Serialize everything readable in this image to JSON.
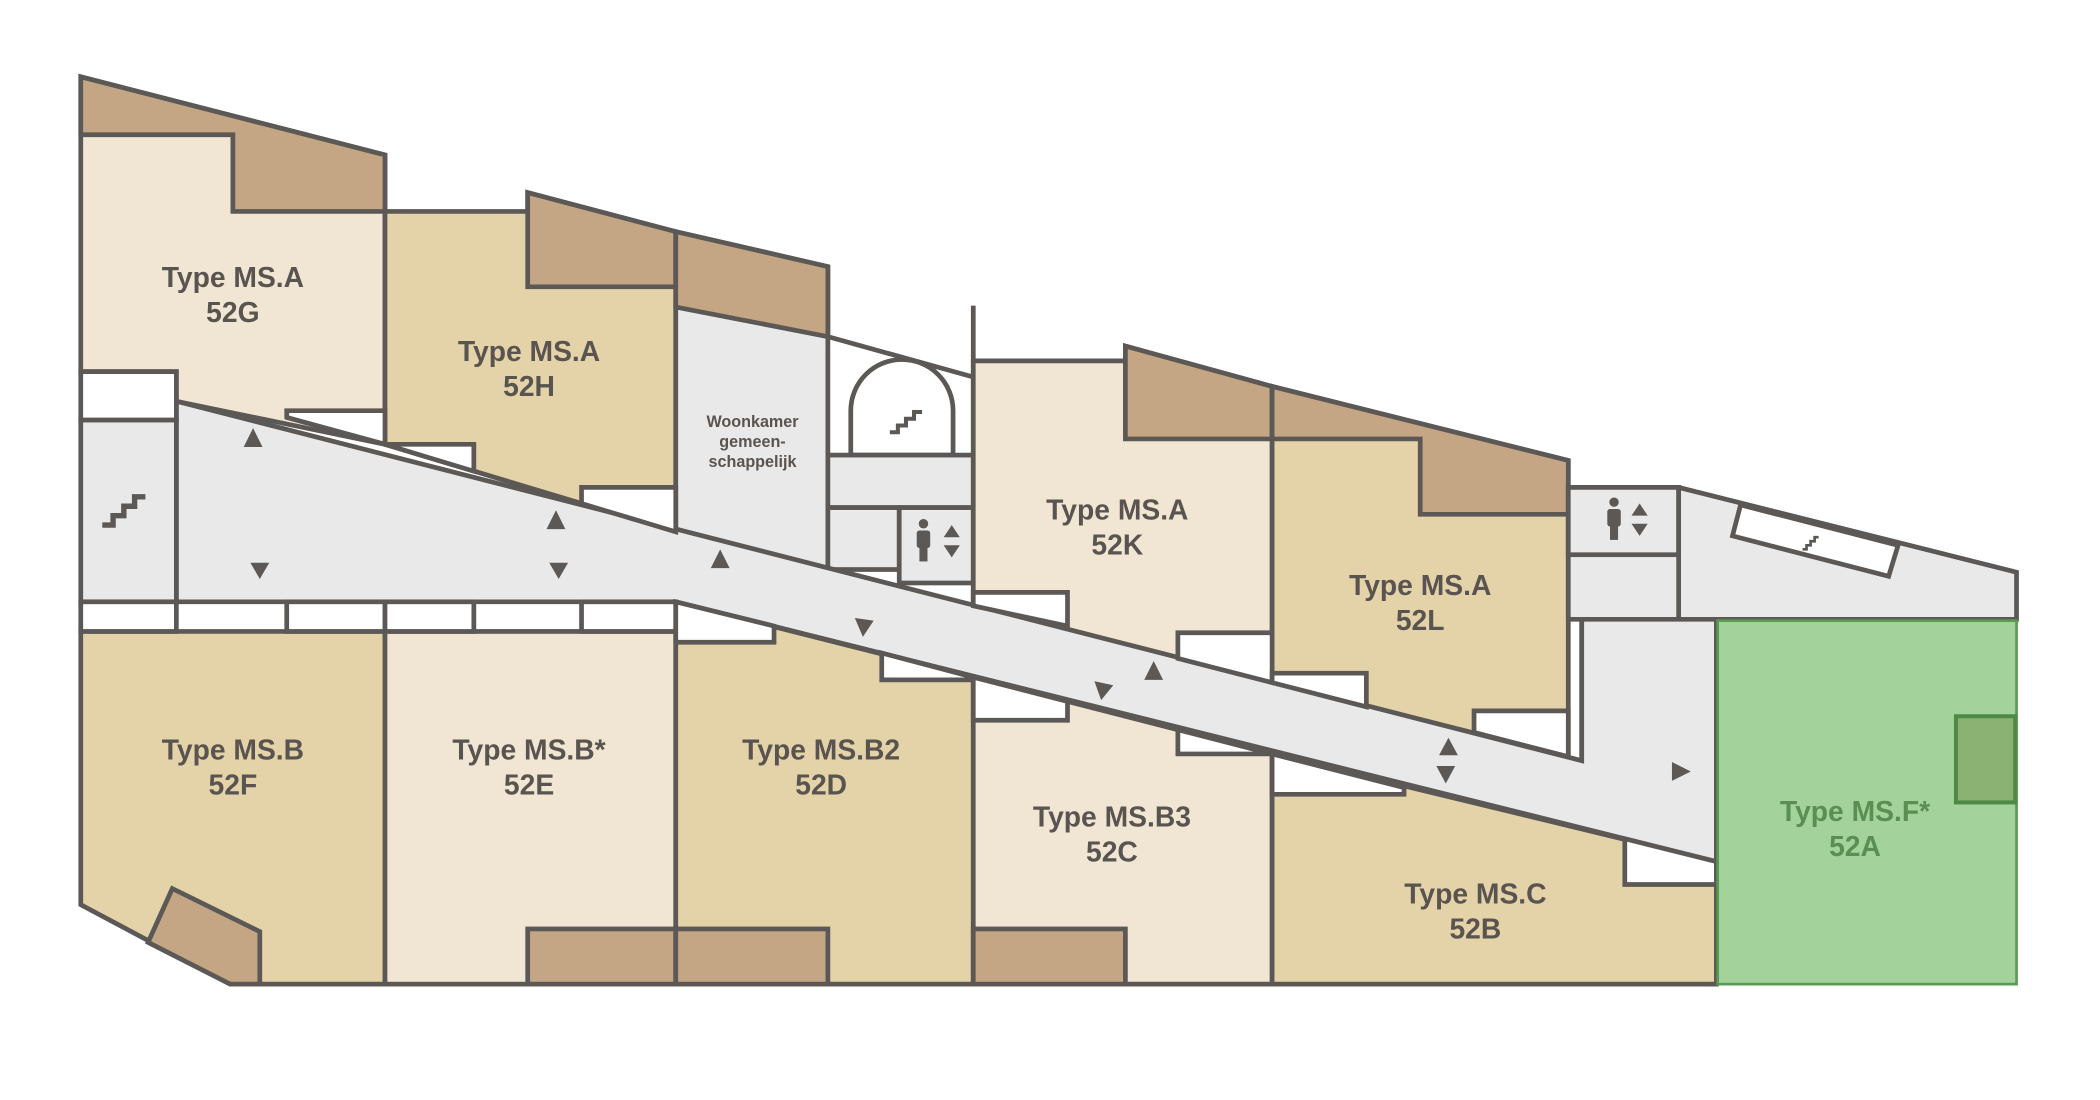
{
  "units": {
    "g": {
      "type": "Type MS.A",
      "code": "52G"
    },
    "h": {
      "type": "Type MS.A",
      "code": "52H"
    },
    "k": {
      "type": "Type MS.A",
      "code": "52K"
    },
    "l": {
      "type": "Type MS.A",
      "code": "52L"
    },
    "f": {
      "type": "Type MS.B",
      "code": "52F"
    },
    "e": {
      "type": "Type MS.B*",
      "code": "52E"
    },
    "d": {
      "type": "Type MS.B2",
      "code": "52D"
    },
    "c": {
      "type": "Type MS.B3",
      "code": "52C"
    },
    "b": {
      "type": "Type MS.C",
      "code": "52B"
    },
    "a": {
      "type": "Type MS.F*",
      "code": "52A",
      "highlighted": true
    }
  },
  "common_room": {
    "line1": "Woonkamer",
    "line2": "gemeen-",
    "line3": "schappelijk"
  },
  "colors": {
    "light": "#f1e6d3",
    "tan": "#e4d3a8",
    "balcony": "#c4a584",
    "corridor": "#e9e9e9",
    "highlight": "#a3d39a",
    "wall": "#5b5856"
  }
}
